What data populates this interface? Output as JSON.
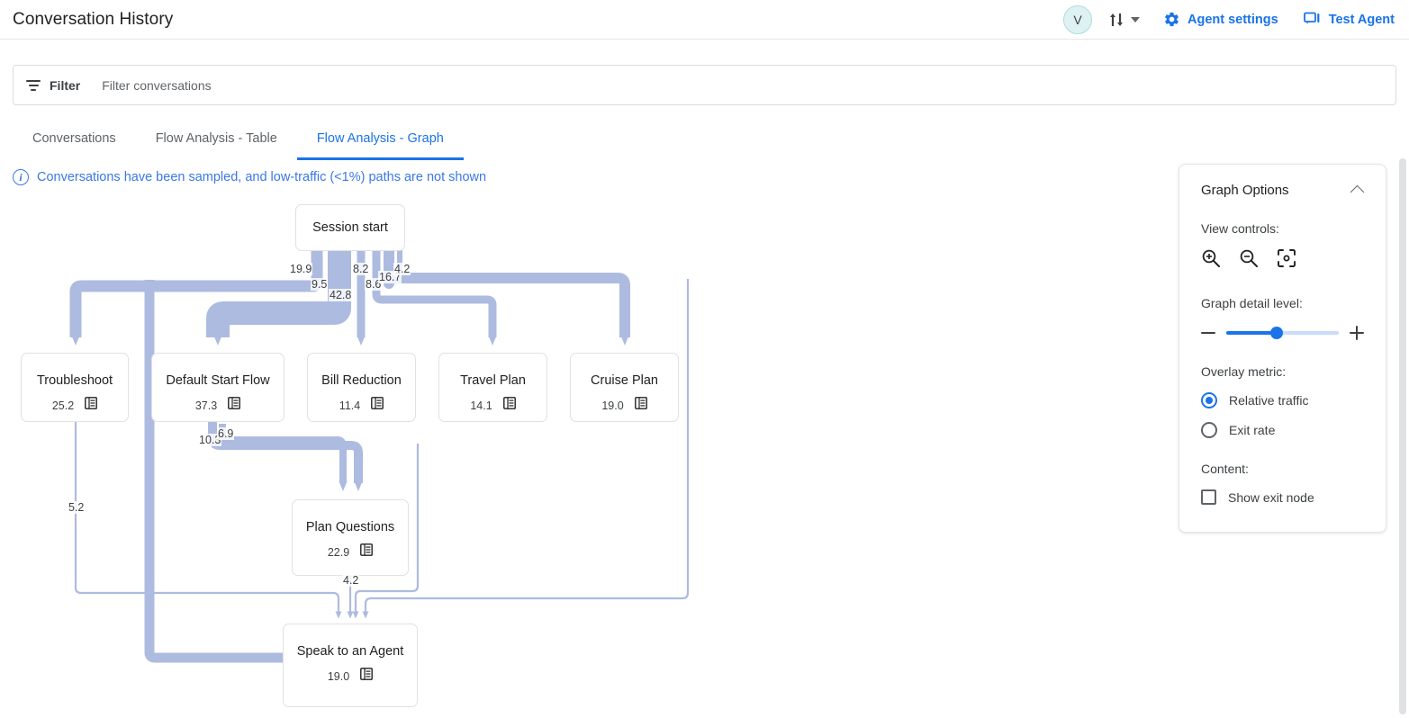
{
  "header": {
    "title": "Conversation History",
    "avatar_initial": "V",
    "sort_icon": "sort-arrows-icon",
    "caret_icon": "chevron-down-icon",
    "links": [
      {
        "label": "Agent settings",
        "icon": "gear-icon"
      },
      {
        "label": "Test Agent",
        "icon": "chat-bubble-icon"
      }
    ]
  },
  "filter": {
    "icon": "filter-icon",
    "label": "Filter",
    "placeholder": "Filter conversations",
    "value": ""
  },
  "tabs": [
    {
      "label": "Conversations",
      "active": false
    },
    {
      "label": "Flow Analysis - Table",
      "active": false
    },
    {
      "label": "Flow Analysis - Graph",
      "active": true
    }
  ],
  "banner": {
    "icon": "info-icon",
    "text": "Conversations have been sampled, and low-traffic (<1%) paths are not shown"
  },
  "graph": {
    "node_icon": "table-list-icon",
    "nodes": [
      {
        "id": "session-start",
        "title": "Session start",
        "value": "",
        "has_icon": false
      },
      {
        "id": "troubleshoot",
        "title": "Troubleshoot",
        "value": "25.2",
        "has_icon": true
      },
      {
        "id": "default-start-flow",
        "title": "Default Start Flow",
        "value": "37.3",
        "has_icon": true
      },
      {
        "id": "bill-reduction",
        "title": "Bill Reduction",
        "value": "11.4",
        "has_icon": true
      },
      {
        "id": "travel-plan",
        "title": "Travel Plan",
        "value": "14.1",
        "has_icon": true
      },
      {
        "id": "cruise-plan",
        "title": "Cruise Plan",
        "value": "19.0",
        "has_icon": true
      },
      {
        "id": "plan-questions",
        "title": "Plan Questions",
        "value": "22.9",
        "has_icon": true
      },
      {
        "id": "speak-to-an-agent",
        "title": "Speak to an Agent",
        "value": "19.0",
        "has_icon": true
      }
    ],
    "edge_labels": [
      {
        "id": "e1",
        "value": "19.9"
      },
      {
        "id": "e2",
        "value": "9.5"
      },
      {
        "id": "e3",
        "value": "42.8"
      },
      {
        "id": "e4",
        "value": "8.2"
      },
      {
        "id": "e5",
        "value": "8.6"
      },
      {
        "id": "e6",
        "value": "16.7"
      },
      {
        "id": "e7",
        "value": "4.2"
      },
      {
        "id": "e8",
        "value": "10.3"
      },
      {
        "id": "e9",
        "value": "6.9"
      },
      {
        "id": "e10",
        "value": "5.2"
      },
      {
        "id": "e11",
        "value": "4.2"
      }
    ],
    "flow_color": "#aebbe0"
  },
  "options": {
    "title": "Graph Options",
    "collapse_icon": "chevron-up-icon",
    "view_controls_label": "View controls:",
    "view_controls": [
      {
        "name": "zoom-in-icon"
      },
      {
        "name": "zoom-out-icon"
      },
      {
        "name": "fit-to-screen-icon"
      }
    ],
    "detail_label": "Graph detail level:",
    "detail_minus": "minus-icon",
    "detail_plus": "plus-icon",
    "detail_percent": 45,
    "overlay_label": "Overlay metric:",
    "overlay_options": [
      {
        "label": "Relative traffic",
        "selected": true
      },
      {
        "label": "Exit rate",
        "selected": false
      }
    ],
    "content_label": "Content:",
    "content_options": [
      {
        "label": "Show exit node",
        "checked": false
      }
    ]
  }
}
